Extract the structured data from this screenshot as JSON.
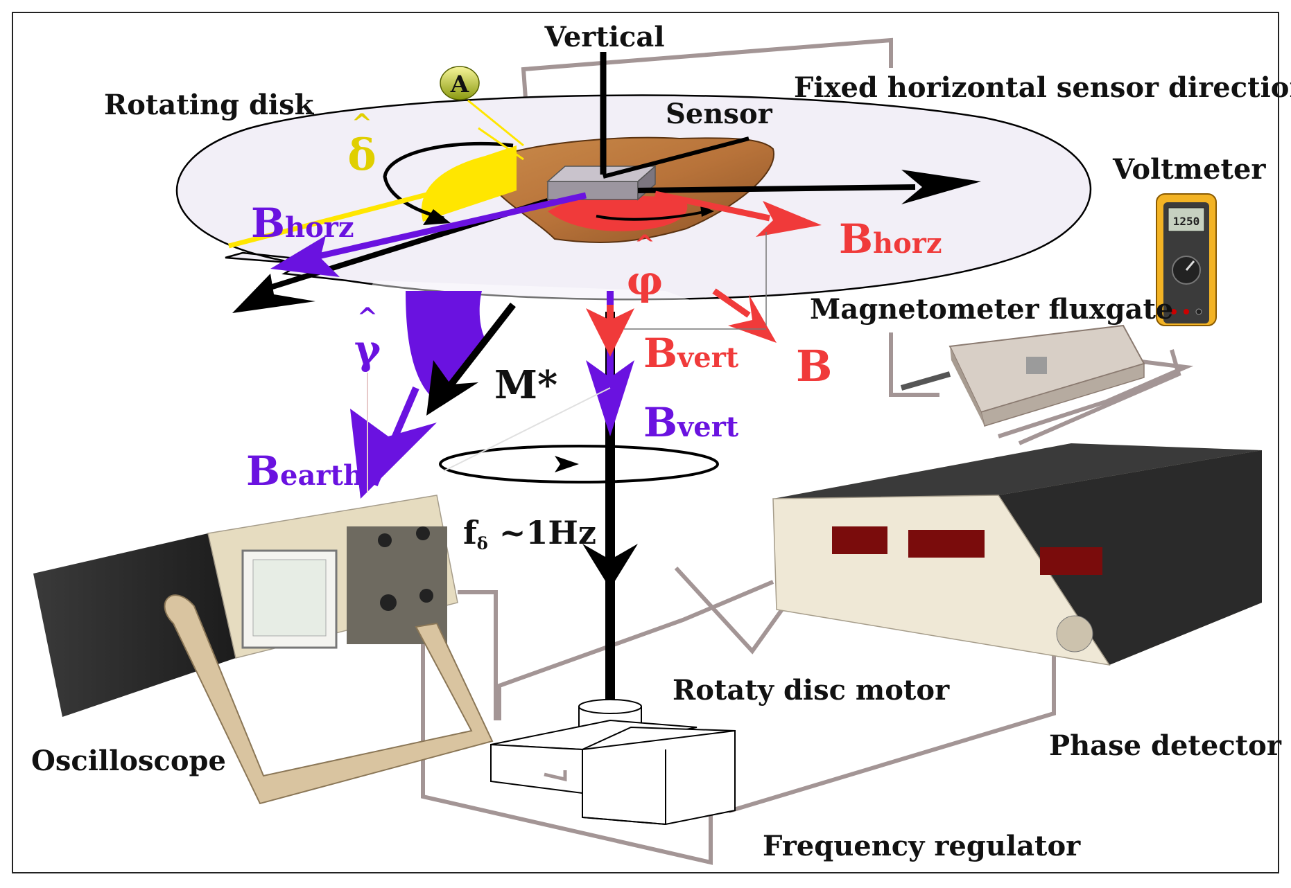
{
  "labels": {
    "vertical": "Vertical",
    "fixed_sensor": "Fixed horizontal sensor direction",
    "rotating_disk": "Rotating disk",
    "sensor": "Sensor",
    "voltmeter": "Voltmeter",
    "magnetometer": "Magnetometer fluxgate",
    "oscilloscope": "Oscilloscope",
    "motor": "Rotaty disc motor",
    "phase_detector": "Phase detector",
    "freq_regulator": "Frequency regulator",
    "point_a": "A",
    "frequency": "f",
    "frequency_sub": "δ",
    "frequency_rest": " ~1Hz"
  },
  "vectors": {
    "b_horz_purple": {
      "main": "B",
      "sub": "horz"
    },
    "b_horz_red": {
      "main": "B",
      "sub": "horz"
    },
    "b_vert_red": {
      "main": "B",
      "sub": "vert"
    },
    "b_vert_purple": {
      "main": "B",
      "sub": "vert"
    },
    "b_earth": {
      "main": "B",
      "sub": "earth"
    },
    "b_red": "B",
    "m_star": "M*"
  },
  "angles": {
    "delta": "δ",
    "phi": "φ",
    "gamma": "γ",
    "hat": "^"
  },
  "devices": {
    "voltmeter_reading": "1250"
  },
  "colors": {
    "purple": "#6a12e0",
    "red": "#f03a3a",
    "yellow": "#ffe600",
    "black": "#000000",
    "wire": "#a39595",
    "disk": "#f2eff7"
  }
}
